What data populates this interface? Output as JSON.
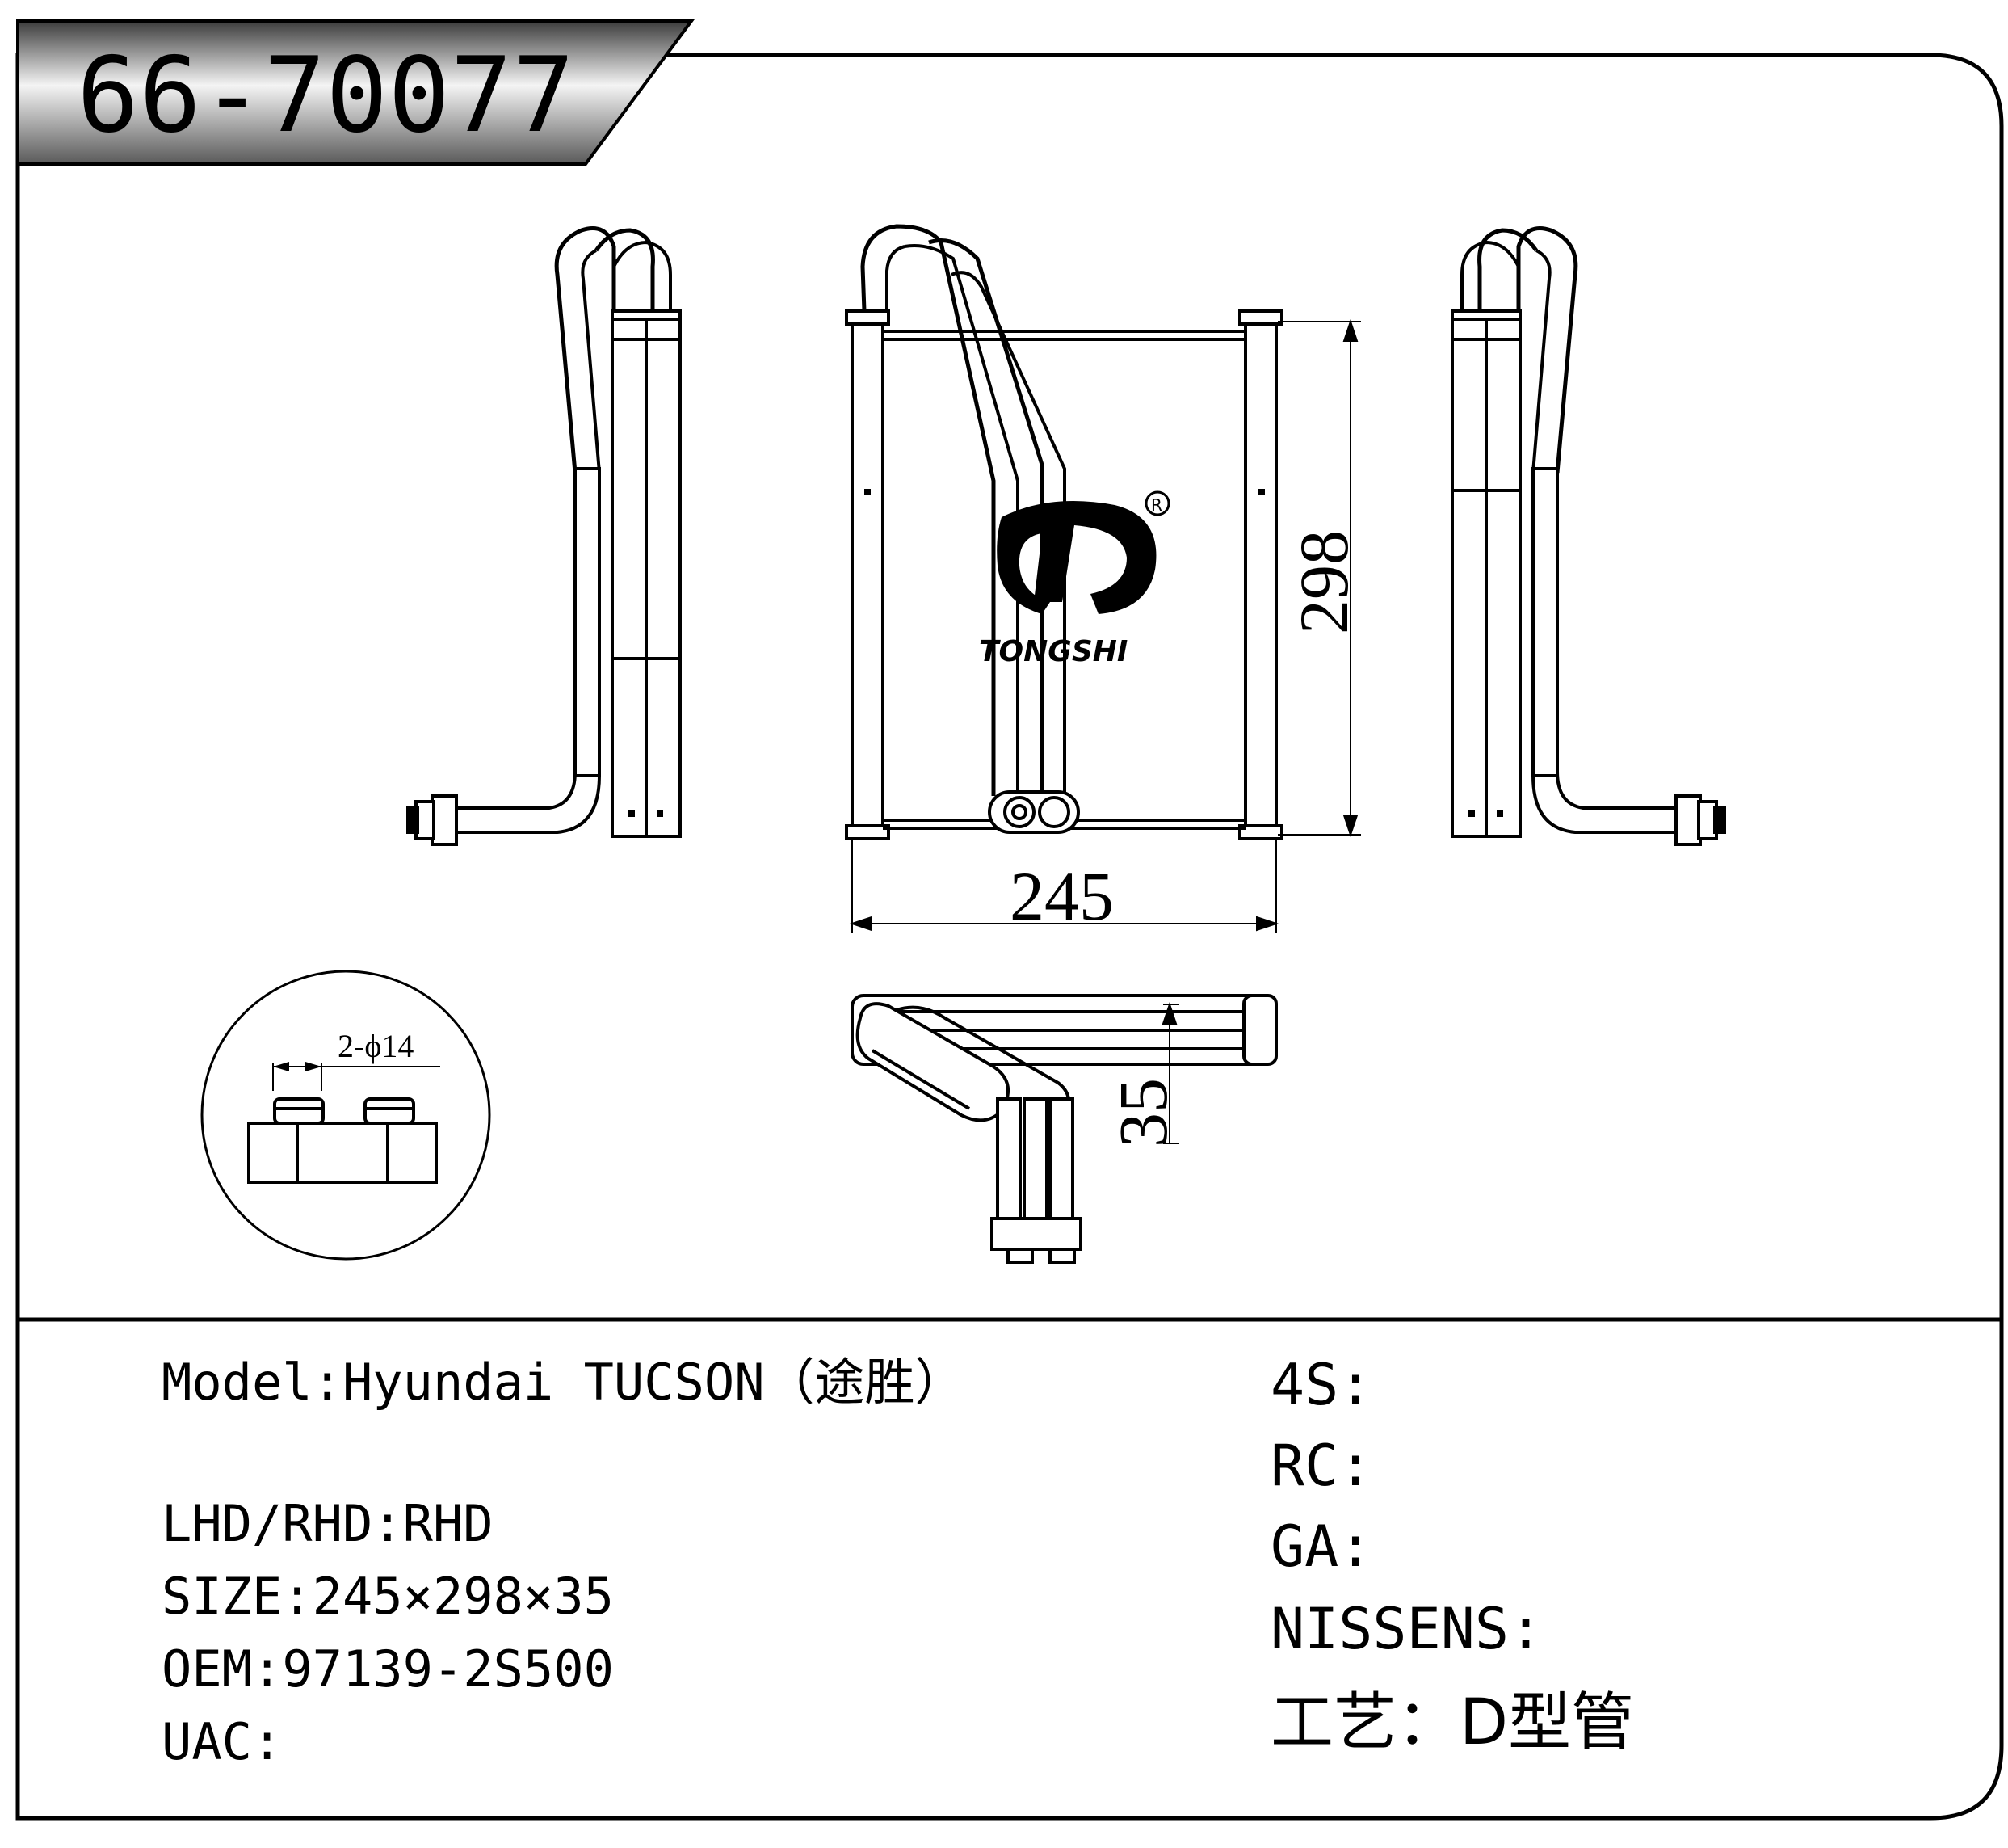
{
  "part_number": "66-70077",
  "brand": "TONGSHI",
  "registered_mark": "R",
  "dimensions": {
    "width": "245",
    "height": "298",
    "depth": "35",
    "pipe_label": "2-ϕ14"
  },
  "specs_left": [
    {
      "key": "Model",
      "value": "Hyundai TUCSON（途胜）"
    },
    {
      "key": "LHD/RHD",
      "value": "RHD"
    },
    {
      "key": "SIZE",
      "value": "245×298×35"
    },
    {
      "key": "OEM",
      "value": "97139-2S500"
    },
    {
      "key": "UAC",
      "value": ""
    }
  ],
  "specs_right": [
    {
      "key": "4S",
      "value": ""
    },
    {
      "key": "RC",
      "value": ""
    },
    {
      "key": "GA",
      "value": ""
    },
    {
      "key": "NISSENS",
      "value": ""
    },
    {
      "key": "工艺",
      "value": "D型管"
    }
  ],
  "colors": {
    "line": "#000000",
    "paper": "#ffffff",
    "banner_dark": "#4a4a4a",
    "banner_light": "#f2f2f2"
  }
}
